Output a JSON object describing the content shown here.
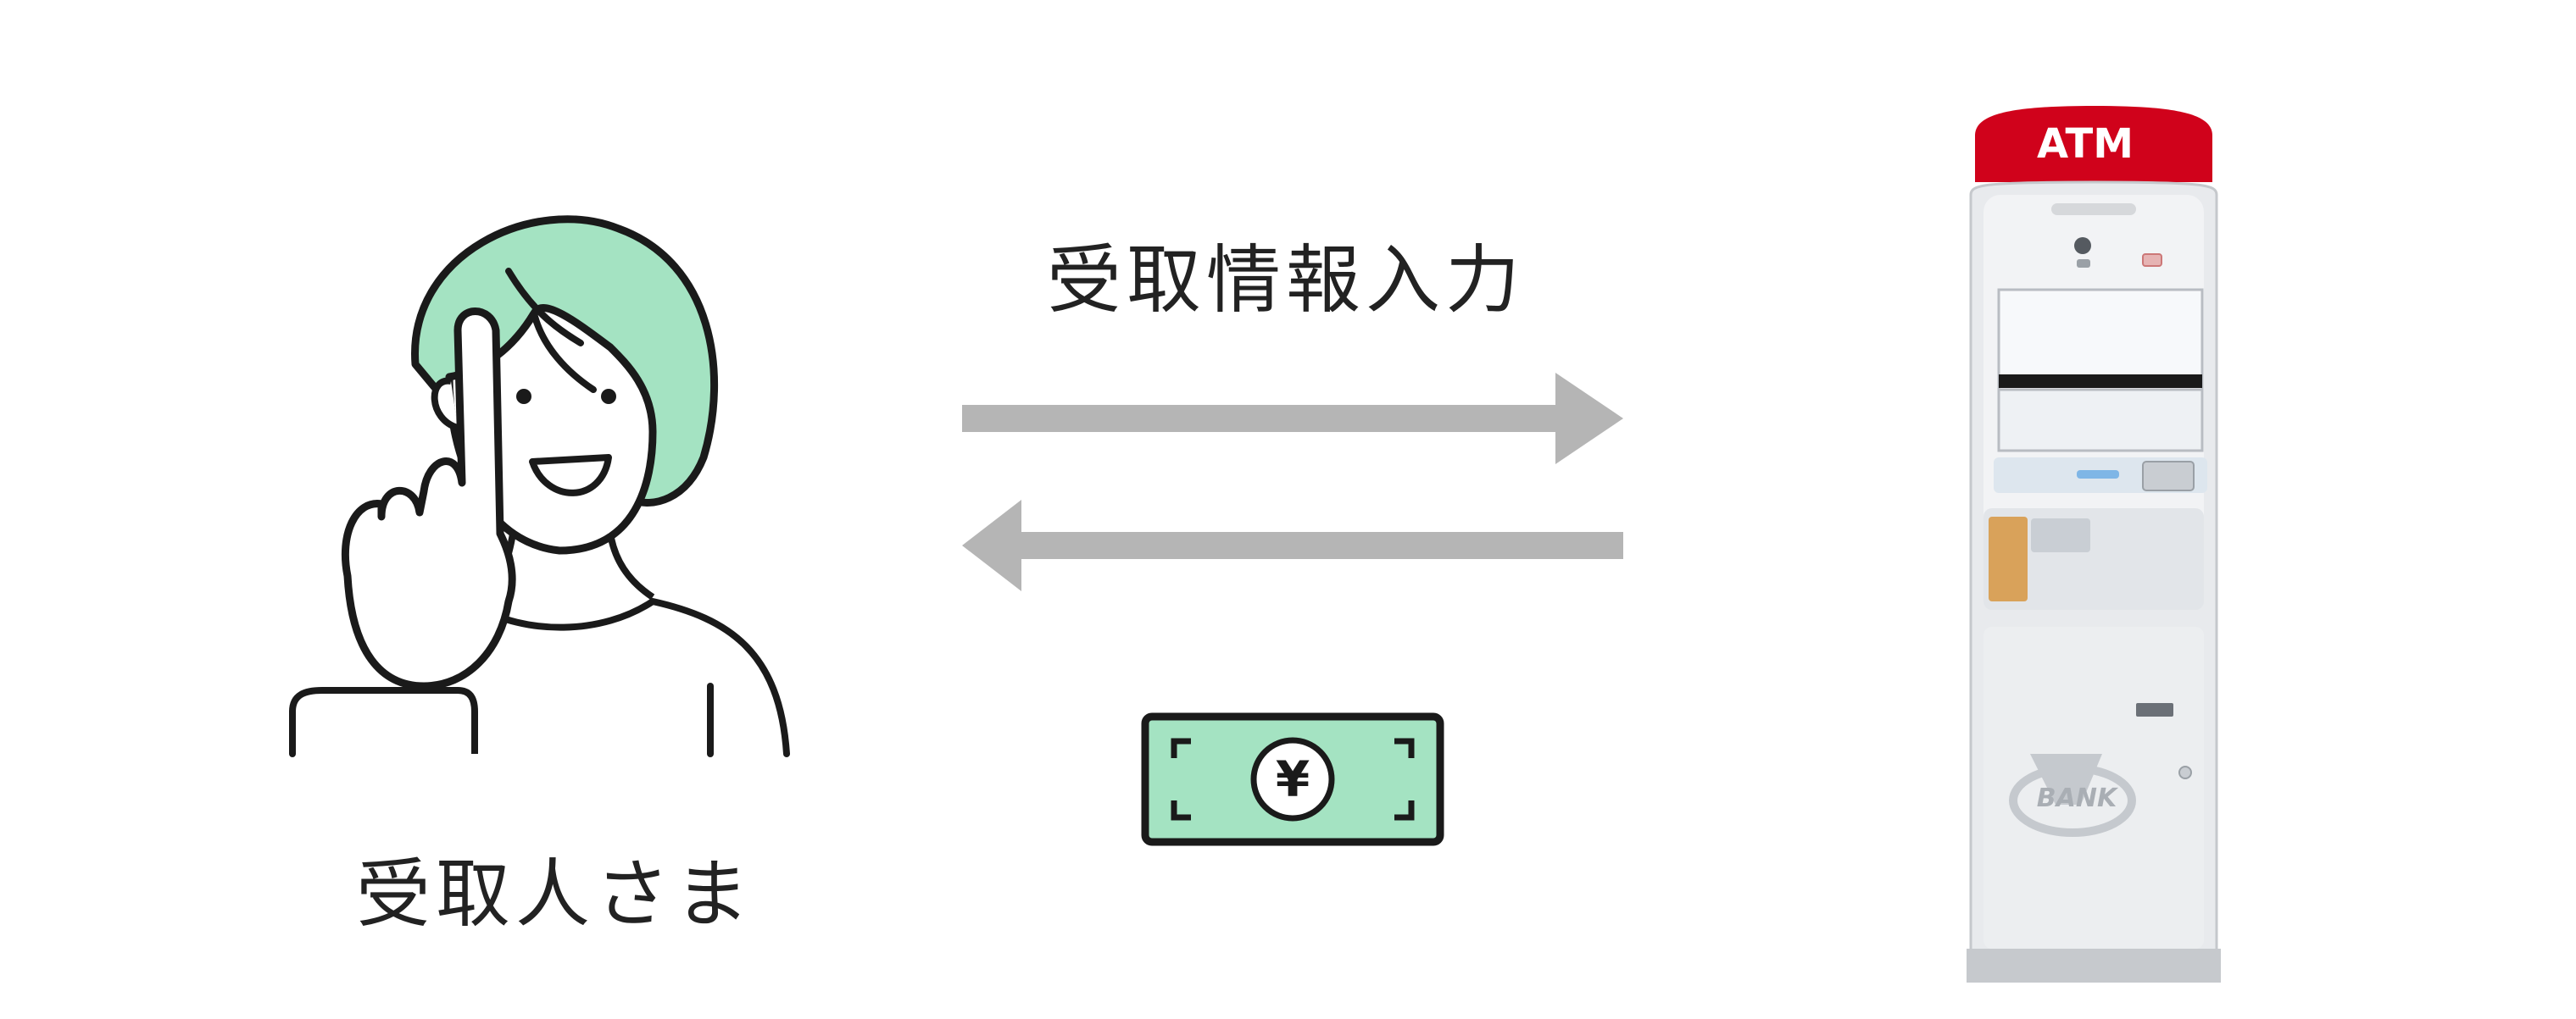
{
  "person": {
    "label": "受取人さま"
  },
  "flow": {
    "label": "受取情報入力"
  },
  "banknote": {
    "symbol": "¥"
  },
  "atm": {
    "sign_text": "ATM",
    "logo_text": "BANK"
  },
  "colors": {
    "accent_green": "#a4e3c2",
    "arrow_gray": "#b5b5b5",
    "atm_red": "#d0021b",
    "ink": "#1a1a1a"
  }
}
